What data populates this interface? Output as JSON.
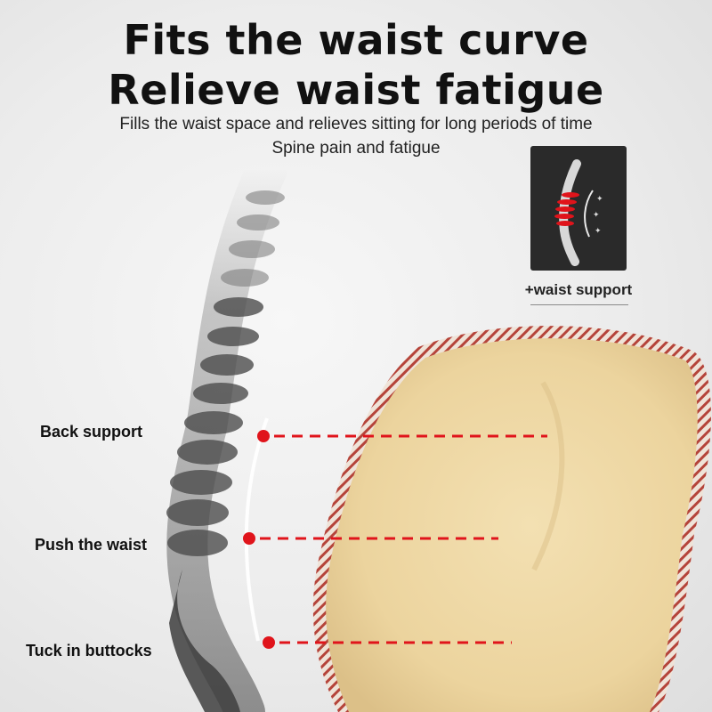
{
  "header": {
    "title_line1": "Fits the waist curve",
    "title_line2": "Relieve waist fatigue",
    "subtitle_line1": "Fills the waist space and relieves sitting for long periods of time",
    "subtitle_line2": "Spine pain and fatigue"
  },
  "badge": {
    "icon": "spine-support-icon",
    "label": "+waist support"
  },
  "callouts": [
    {
      "label": "Back support"
    },
    {
      "label": "Push the waist"
    },
    {
      "label": "Tuck in buttocks"
    }
  ],
  "colors": {
    "accent_red": "#e0141b",
    "cushion_fill": "#efd9a6",
    "piping": "#b5443a"
  }
}
